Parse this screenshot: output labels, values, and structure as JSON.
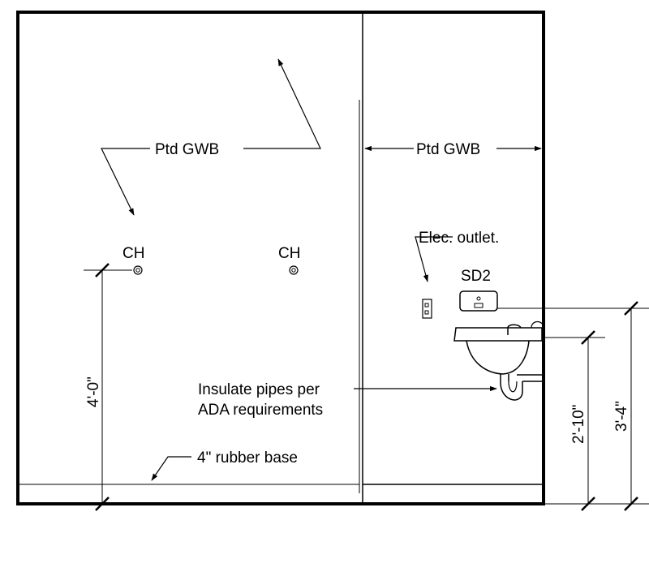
{
  "drawing": {
    "labels": {
      "ptd_gwb_left": "Ptd GWB",
      "ptd_gwb_right": "Ptd GWB",
      "ch_left": "CH",
      "ch_right": "CH",
      "elec_outlet": "Elec. outlet.",
      "sd2": "SD2",
      "insulate_line1": "Insulate pipes per",
      "insulate_line2": "ADA requirements",
      "rubber_base": "4\" rubber base"
    },
    "dimensions": {
      "ch_height": "4'-0\"",
      "sink_rim_height": "2'-10\"",
      "dispenser_height": "3'-4\""
    }
  }
}
